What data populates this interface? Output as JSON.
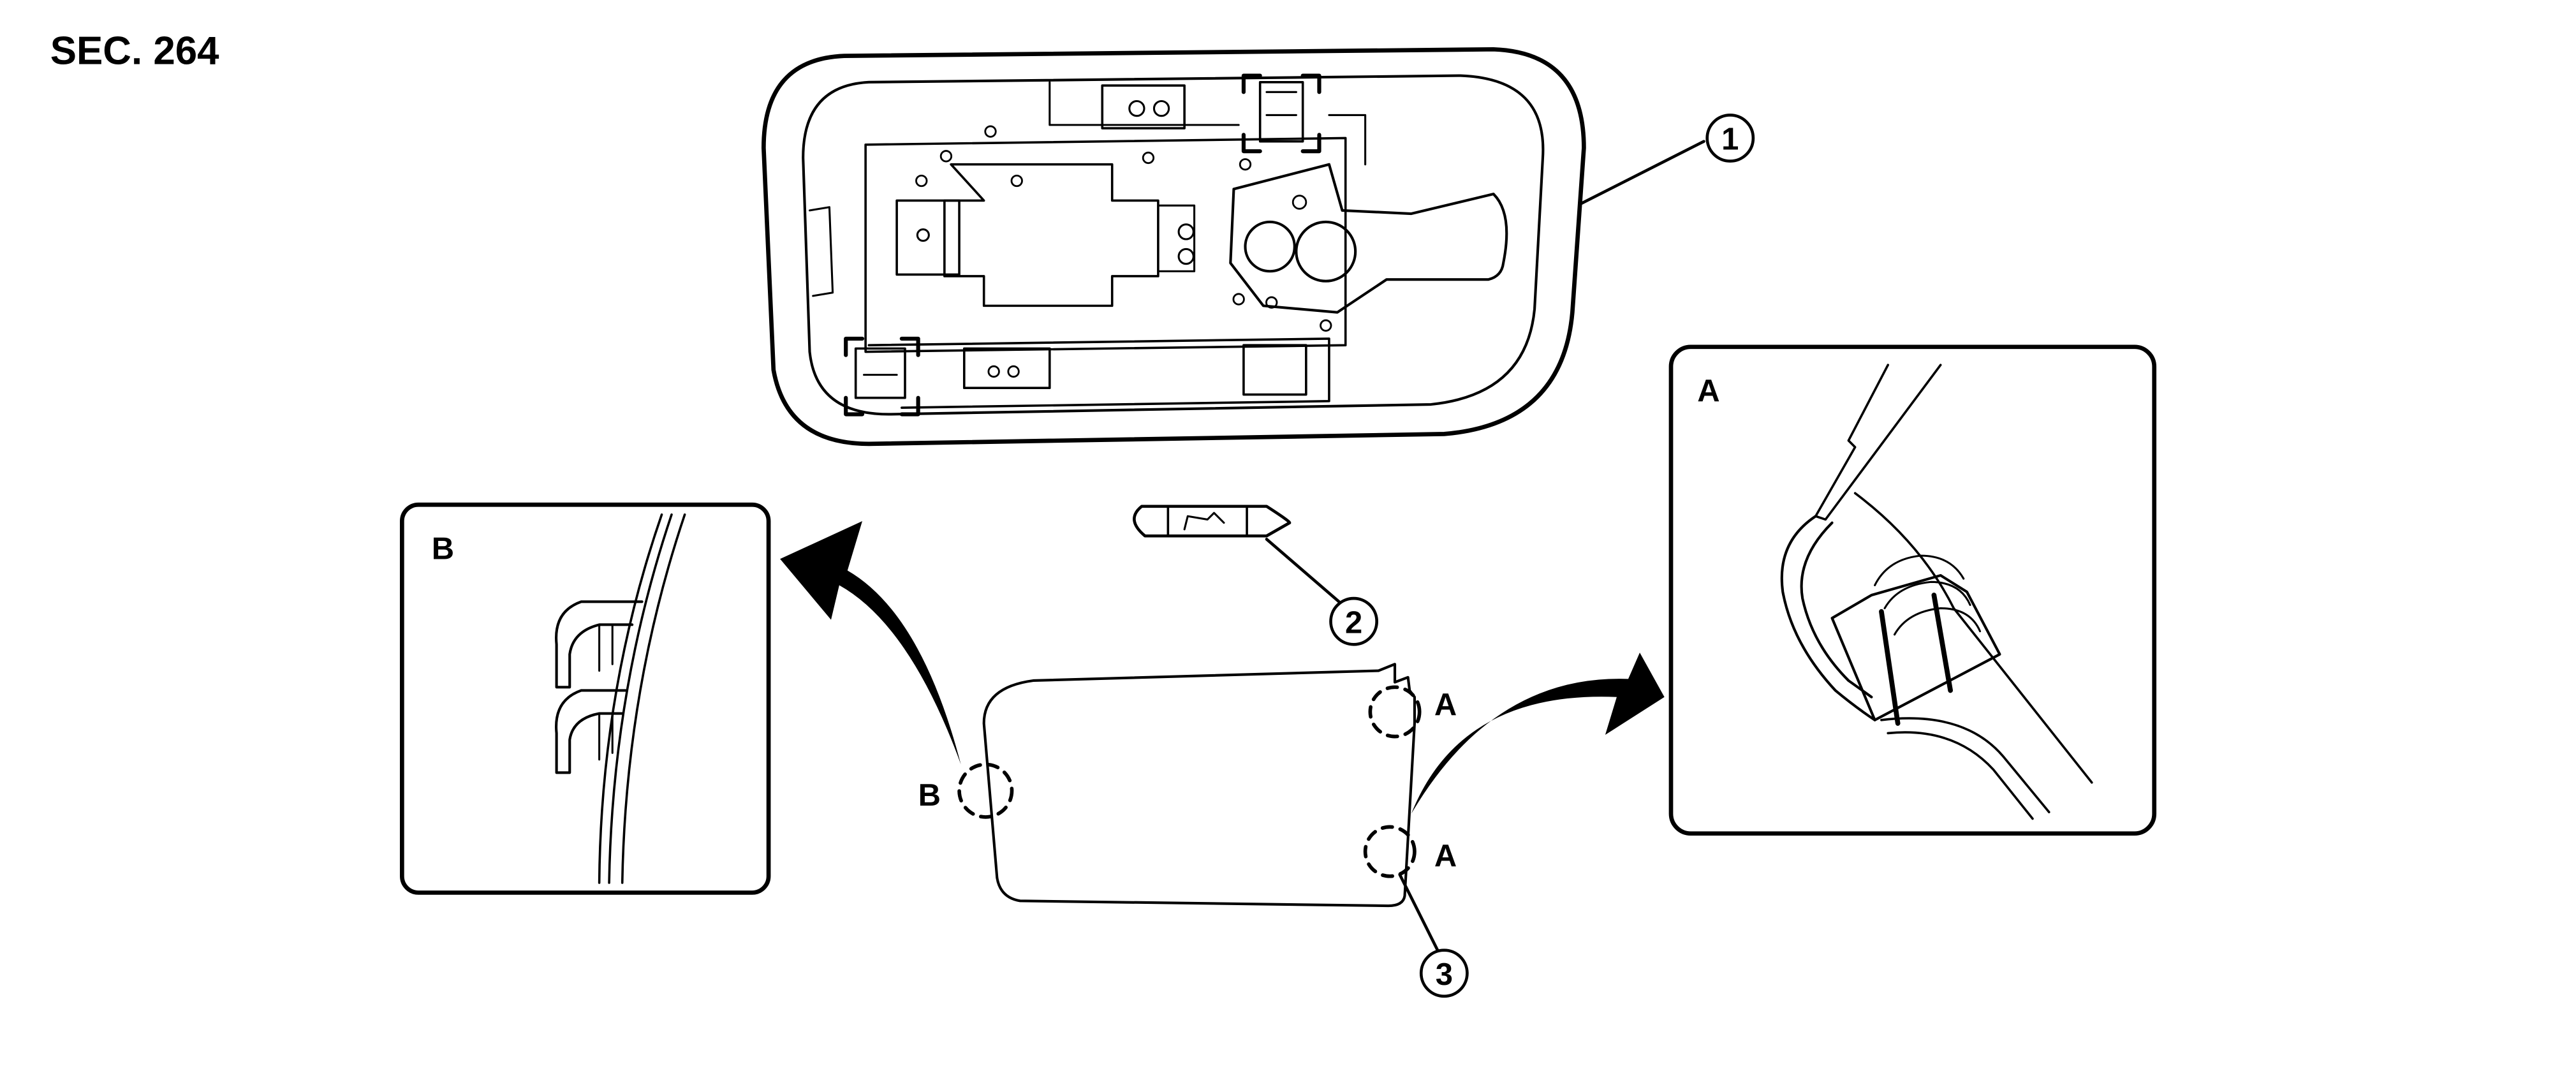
{
  "section_label": "SEC. 264",
  "callouts": {
    "c1": "1",
    "c2": "2",
    "c3": "3"
  },
  "detail_a": {
    "title": "A",
    "marker_top": "A",
    "marker_bottom": "A"
  },
  "detail_b": {
    "title": "B",
    "marker": "B"
  }
}
